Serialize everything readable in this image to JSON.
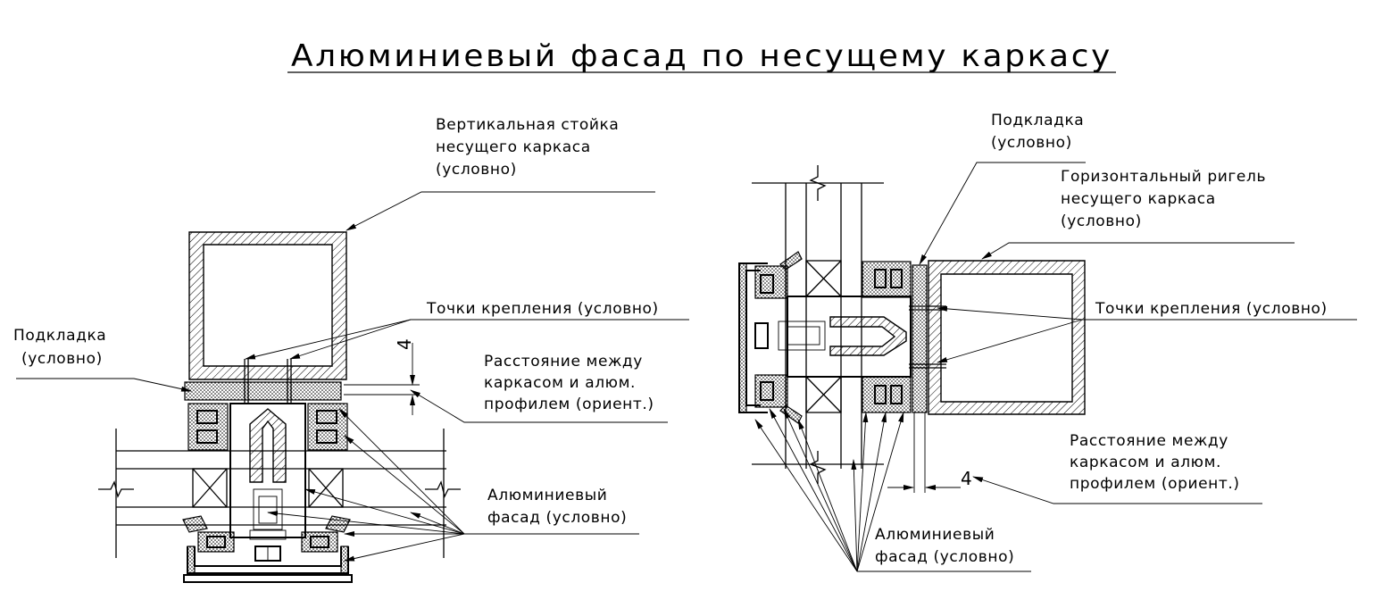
{
  "title": "Алюминиевый фасад по несущему каркасу",
  "left": {
    "post_label": [
      "Вертикальная стойка",
      "несущего каркаса",
      "(условно)"
    ],
    "shim_label": [
      "Подкладка",
      "(условно)"
    ],
    "fix_label": "Точки крепления (условно)",
    "gap_label": [
      "Расстояние между",
      "каркасом и алюм.",
      "профилем (ориент.)"
    ],
    "gap_dim": "4",
    "facade_label": [
      "Алюминиевый",
      "фасад (условно)"
    ]
  },
  "right": {
    "shim_label": [
      "Подкладка",
      "(условно)"
    ],
    "beam_label": [
      "Горизонтальный ригель",
      "несущего каркаса",
      "(условно)"
    ],
    "fix_label": "Точки крепления (условно)",
    "gap_label": [
      "Расстояние между",
      "каркасом и алюм.",
      "профилем (ориент.)"
    ],
    "gap_dim": "4",
    "facade_label": [
      "Алюминиевый",
      "фасад (условно)"
    ]
  },
  "colors": {
    "line": "#000000",
    "background": "#ffffff"
  }
}
